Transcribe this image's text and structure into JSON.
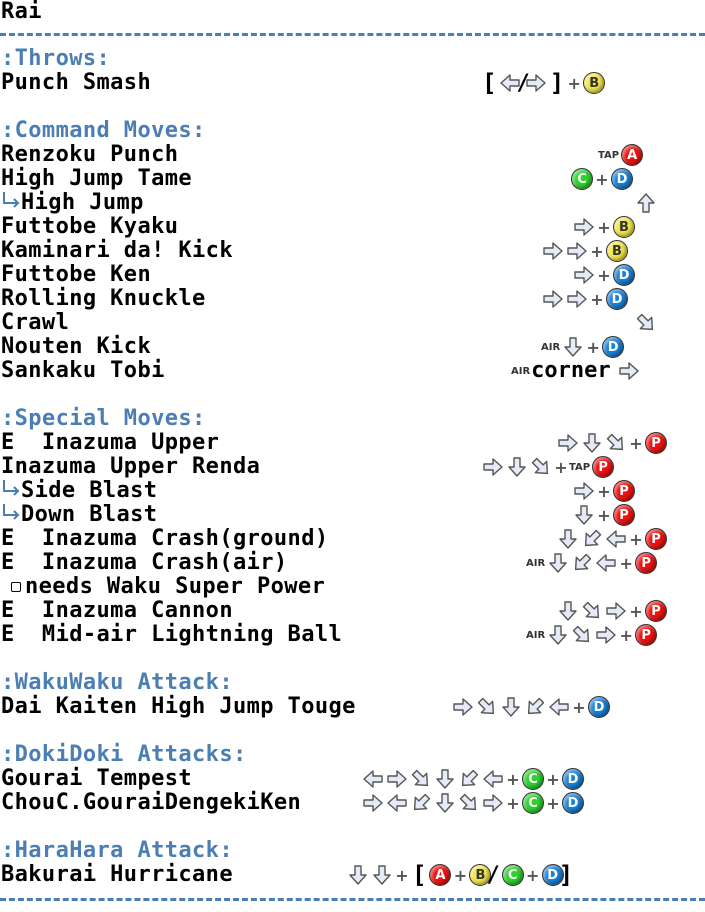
{
  "character": "Rai",
  "sections": {
    "throws": ":Throws:",
    "command": ":Command Moves:",
    "special": ":Special Moves:",
    "waku": ":WakuWaku Attack:",
    "doki": ":DokiDoki Attacks:",
    "hara": ":HaraHara Attack:"
  },
  "moves": {
    "punch_smash": "Punch Smash",
    "renzoku_punch": "Renzoku Punch",
    "high_jump_tame": "High Jump Tame",
    "high_jump": "High Jump",
    "futtobe_kyaku": "Futtobe Kyaku",
    "kaminari_kick": "Kaminari da! Kick",
    "futtobe_ken": "Futtobe Ken",
    "rolling_knuckle": "Rolling Knuckle",
    "crawl": "Crawl",
    "nouten_kick": "Nouten Kick",
    "sankaku_tobi": "Sankaku Tobi",
    "inazuma_upper": "E  Inazuma Upper",
    "inazuma_upper_renda": "Inazuma Upper Renda",
    "side_blast": "Side Blast",
    "down_blast": "Down Blast",
    "crash_ground": "E  Inazuma Crash(ground)",
    "crash_air": "E  Inazuma Crash(air)",
    "needs_waku": "needs Waku Super Power",
    "inazuma_cannon": "E  Inazuma Cannon",
    "lightning_ball": "E  Mid-air Lightning Ball",
    "dai_kaiten": "Dai Kaiten High Jump Touge",
    "gourai_tempest": "Gourai Tempest",
    "chouc": "ChouC.GouraiDengekiKen",
    "bakurai": "Bakurai Hurricane"
  },
  "labels": {
    "tap": "TAP",
    "air": "AIR",
    "corner": "corner",
    "plus": "+",
    "slash": "/",
    "bracket_open": "[",
    "bracket_close": "]"
  },
  "buttons": {
    "a": "A",
    "b": "B",
    "c": "C",
    "d": "D",
    "p": "P"
  },
  "icons": {
    "arrow": "arrow-icon",
    "branch": "subsequent-move-icon",
    "waku_box": "waku-marker-icon"
  },
  "colors": {
    "section": "#4b7fb3",
    "arrow_fill": "#e4eaf7",
    "arrow_stroke": "#555555",
    "btn_red": "#e11111",
    "btn_yellow": "#f2e64a",
    "btn_green": "#2fd12f",
    "btn_blue": "#1a7fd6"
  }
}
